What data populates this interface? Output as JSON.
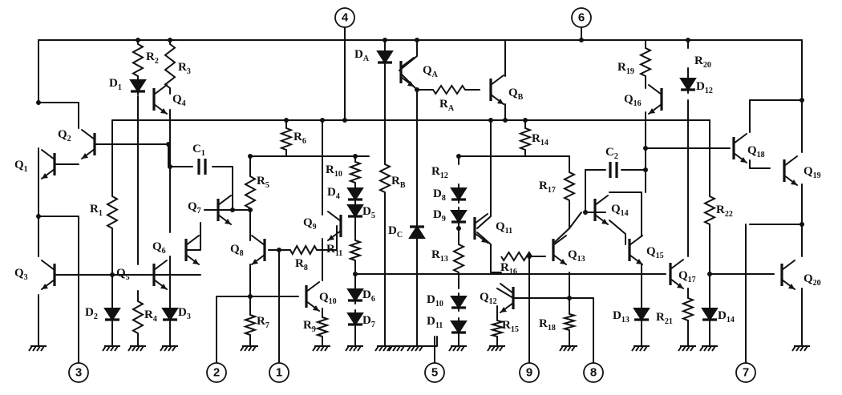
{
  "pins": [
    "1",
    "2",
    "3",
    "4",
    "5",
    "6",
    "7",
    "8",
    "9"
  ],
  "transistors": [
    "Q1",
    "Q2",
    "Q3",
    "Q4",
    "Q5",
    "Q6",
    "Q7",
    "Q8",
    "Q9",
    "Q10",
    "Q11",
    "Q12",
    "Q13",
    "Q14",
    "Q15",
    "Q16",
    "Q17",
    "Q18",
    "Q19",
    "Q20",
    "QA",
    "QB"
  ],
  "resistors": [
    "R1",
    "R2",
    "R3",
    "R4",
    "R5",
    "R6",
    "R7",
    "R8",
    "R9",
    "R10",
    "R11",
    "R12",
    "R13",
    "R14",
    "R15",
    "R16",
    "R17",
    "R18",
    "R19",
    "R20",
    "R21",
    "R22",
    "RA",
    "RB"
  ],
  "diodes": [
    "D1",
    "D2",
    "D3",
    "D4",
    "D5",
    "D6",
    "D7",
    "D8",
    "D9",
    "D10",
    "D11",
    "D12",
    "D13",
    "D14",
    "DA",
    "DC"
  ],
  "capacitors": [
    "C1",
    "C2"
  ]
}
